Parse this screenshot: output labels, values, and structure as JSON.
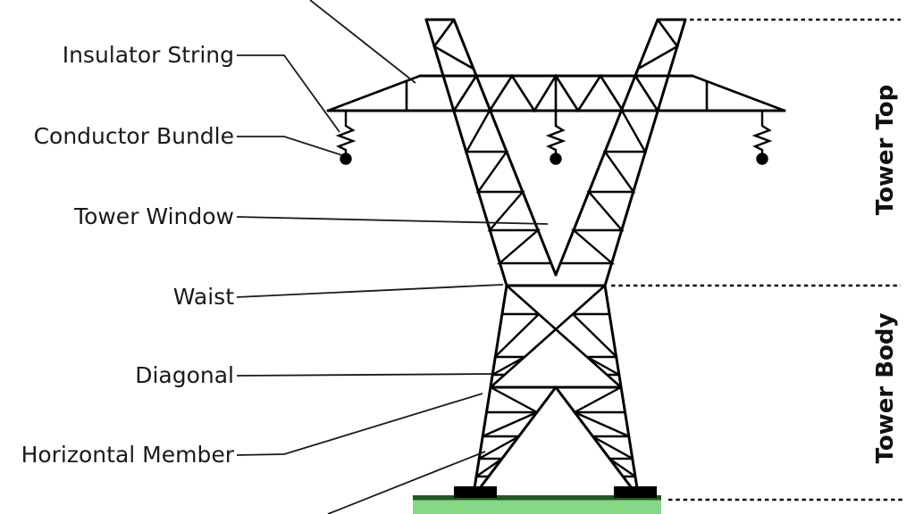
{
  "diagram_type": "transmission-tower-anatomy",
  "labels": {
    "insulator_string": "Insulator String",
    "conductor_bundle": "Conductor Bundle",
    "tower_window": "Tower Window",
    "waist": "Waist",
    "diagonal": "Diagonal",
    "horizontal_member": "Horizontal Member"
  },
  "sections": {
    "tower_top": "Tower Top",
    "tower_body": "Tower Body"
  },
  "colors": {
    "structure_line": "#000000",
    "pointer_line": "#1a1a1a",
    "label_text": "#1a1a1a",
    "ground_fill": "#85d985",
    "ground_edge": "#1c5c1c",
    "footing_fill": "#000000",
    "background": "#ffffff"
  }
}
